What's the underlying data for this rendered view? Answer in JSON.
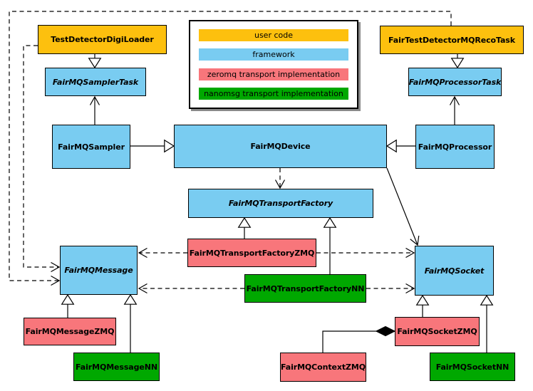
{
  "colors": {
    "user_code": "#FDC00E",
    "framework": "#79CCF1",
    "zeromq": "#F8767B",
    "nanomsg": "#00A800",
    "line": "#000000",
    "background": "#FFFFFF"
  },
  "legend": {
    "items": [
      {
        "label": "user code",
        "color_key": "user_code"
      },
      {
        "label": "framework",
        "color_key": "framework"
      },
      {
        "label": "zeromq transport implementation",
        "color_key": "zeromq"
      },
      {
        "label": "nanomsg transport implementation",
        "color_key": "nanomsg"
      }
    ]
  },
  "nodes": {
    "testDetectorDigiLoader": {
      "label": "TestDetectorDigiLoader",
      "color_key": "user_code",
      "abstract": false
    },
    "fairTestDetectorMQRecoTask": {
      "label": "FairTestDetectorMQRecoTask",
      "color_key": "user_code",
      "abstract": false
    },
    "fairMQSamplerTask": {
      "label": "FairMQSamplerTask",
      "color_key": "framework",
      "abstract": true
    },
    "fairMQProcessorTask": {
      "label": "FairMQProcessorTask",
      "color_key": "framework",
      "abstract": true
    },
    "fairMQSampler": {
      "label": "FairMQSampler",
      "color_key": "framework",
      "abstract": false
    },
    "fairMQDevice": {
      "label": "FairMQDevice",
      "color_key": "framework",
      "abstract": false
    },
    "fairMQProcessor": {
      "label": "FairMQProcessor",
      "color_key": "framework",
      "abstract": false
    },
    "fairMQTransportFactory": {
      "label": "FairMQTransportFactory",
      "color_key": "framework",
      "abstract": true
    },
    "fairMQTransportFactoryZMQ": {
      "label": "FairMQTransportFactoryZMQ",
      "color_key": "zeromq",
      "abstract": false
    },
    "fairMQTransportFactoryNN": {
      "label": "FairMQTransportFactoryNN",
      "color_key": "nanomsg",
      "abstract": false
    },
    "fairMQMessage": {
      "label": "FairMQMessage",
      "color_key": "framework",
      "abstract": true
    },
    "fairMQSocket": {
      "label": "FairMQSocket",
      "color_key": "framework",
      "abstract": true
    },
    "fairMQMessageZMQ": {
      "label": "FairMQMessageZMQ",
      "color_key": "zeromq",
      "abstract": false
    },
    "fairMQMessageNN": {
      "label": "FairMQMessageNN",
      "color_key": "nanomsg",
      "abstract": false
    },
    "fairMQSocketZMQ": {
      "label": "FairMQSocketZMQ",
      "color_key": "zeromq",
      "abstract": false
    },
    "fairMQSocketNN": {
      "label": "FairMQSocketNN",
      "color_key": "nanomsg",
      "abstract": false
    },
    "fairMQContextZMQ": {
      "label": "FairMQContextZMQ",
      "color_key": "zeromq",
      "abstract": false
    }
  },
  "relationships": [
    {
      "from": "TestDetectorDigiLoader",
      "to": "FairMQSamplerTask",
      "type": "generalization-solid-triangle"
    },
    {
      "from": "FairTestDetectorMQRecoTask",
      "to": "FairMQProcessorTask",
      "type": "generalization-solid-triangle"
    },
    {
      "from": "FairMQSampler",
      "to": "FairMQDevice",
      "type": "generalization-solid-triangle"
    },
    {
      "from": "FairMQProcessor",
      "to": "FairMQDevice",
      "type": "generalization-solid-triangle"
    },
    {
      "from": "FairMQSampler",
      "to": "FairMQSamplerTask",
      "type": "association-open-arrow"
    },
    {
      "from": "FairMQProcessor",
      "to": "FairMQProcessorTask",
      "type": "association-open-arrow"
    },
    {
      "from": "FairMQDevice",
      "to": "FairMQTransportFactory",
      "type": "dependency-dashed-arrow"
    },
    {
      "from": "FairMQDevice",
      "to": "FairMQSocket",
      "type": "association-open-arrow"
    },
    {
      "from": "FairMQTransportFactoryZMQ",
      "to": "FairMQTransportFactory",
      "type": "generalization-solid-triangle"
    },
    {
      "from": "FairMQTransportFactoryNN",
      "to": "FairMQTransportFactory",
      "type": "generalization-solid-triangle"
    },
    {
      "from": "FairMQTransportFactoryZMQ",
      "to": "FairMQMessage",
      "type": "dependency-dashed-arrow"
    },
    {
      "from": "FairMQTransportFactoryZMQ",
      "to": "FairMQSocket",
      "type": "dependency-dashed-arrow"
    },
    {
      "from": "FairMQTransportFactoryNN",
      "to": "FairMQMessage",
      "type": "dependency-dashed-arrow"
    },
    {
      "from": "FairMQTransportFactoryNN",
      "to": "FairMQSocket",
      "type": "dependency-dashed-arrow"
    },
    {
      "from": "TestDetectorDigiLoader",
      "to": "FairMQMessage",
      "type": "dependency-dashed-arrow"
    },
    {
      "from": "FairTestDetectorMQRecoTask",
      "to": "FairMQMessage",
      "type": "dependency-dashed-arrow"
    },
    {
      "from": "FairMQMessageZMQ",
      "to": "FairMQMessage",
      "type": "generalization-solid-triangle"
    },
    {
      "from": "FairMQMessageNN",
      "to": "FairMQMessage",
      "type": "generalization-solid-triangle"
    },
    {
      "from": "FairMQSocketZMQ",
      "to": "FairMQSocket",
      "type": "generalization-solid-triangle"
    },
    {
      "from": "FairMQSocketNN",
      "to": "FairMQSocket",
      "type": "generalization-solid-triangle"
    },
    {
      "from": "FairMQContextZMQ",
      "to": "FairMQSocketZMQ",
      "type": "composition-filled-diamond"
    }
  ]
}
